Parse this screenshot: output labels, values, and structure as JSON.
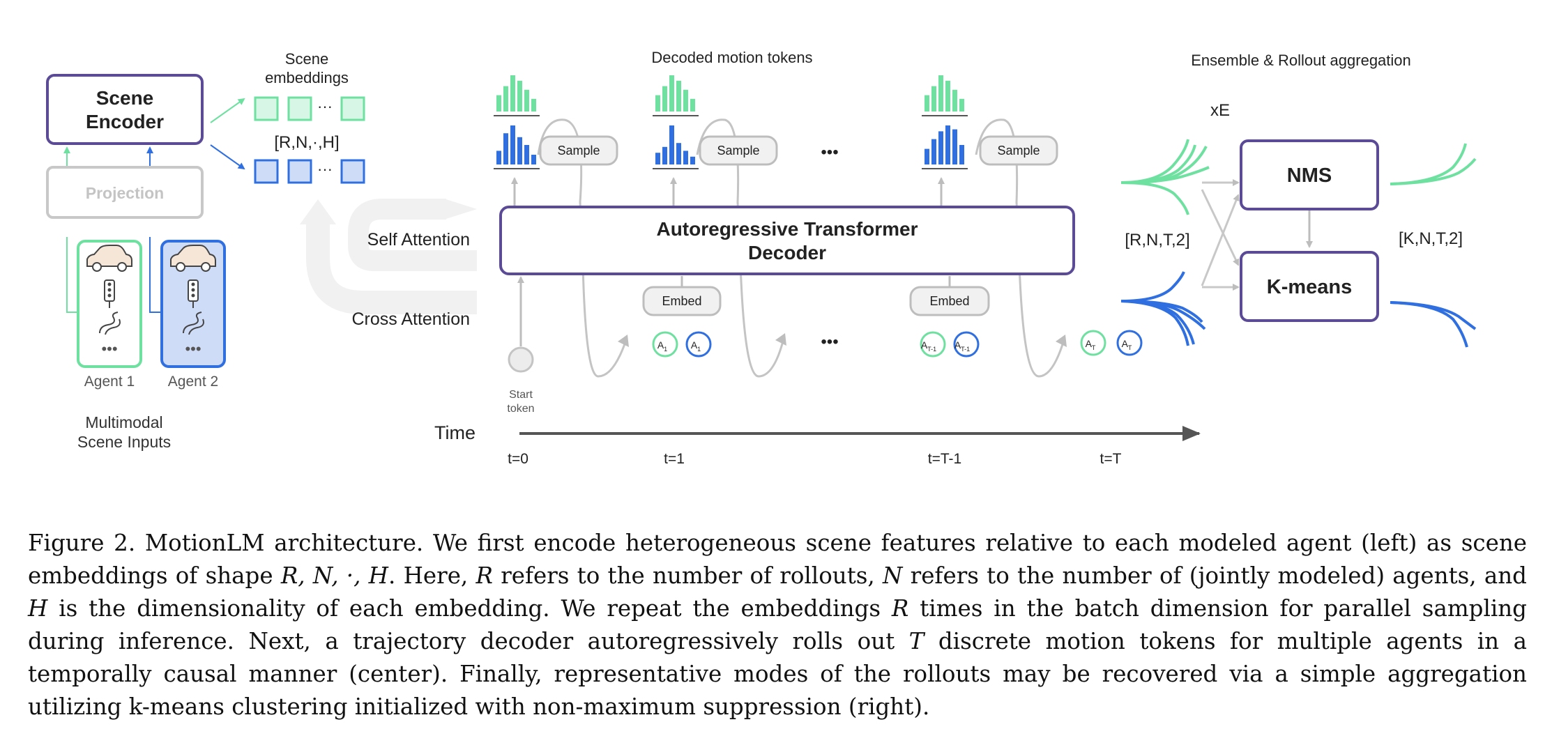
{
  "colors": {
    "purple": "#5b4a96",
    "gray": "#c4c4c4",
    "green": "#6ee0a0",
    "green_fill": "#d8f6e6",
    "blue": "#2f6fe0",
    "blue_fill": "#cfdcf8",
    "arrow_gray": "#bdbdbd"
  },
  "left": {
    "scene_encoder": [
      "Scene",
      "Encoder"
    ],
    "projection": "Projection",
    "agent1": "Agent 1",
    "agent2": "Agent 2",
    "multimodal": [
      "Multimodal",
      "Scene Inputs"
    ],
    "dots": "•••",
    "icons": [
      "car-icon",
      "traffic-light-icon",
      "road-icon"
    ]
  },
  "embeddings": {
    "title": [
      "Scene",
      "embeddings"
    ],
    "shape": "[R,N,·,H]",
    "dots": "···"
  },
  "decoder": {
    "tokens_title": "Decoded motion tokens",
    "title": [
      "Autoregressive Transformer",
      "Decoder"
    ],
    "sample": "Sample",
    "embed": "Embed",
    "ellipsis": "•••",
    "self_attention": "Self Attention",
    "cross_attention": "Cross Attention",
    "start": [
      "Start",
      "token"
    ],
    "time": "Time",
    "ticks": [
      "t=0",
      "t=1",
      "t=T-1",
      "t=T"
    ],
    "token_labels": [
      {
        "main": "A",
        "sub": "1"
      },
      {
        "main": "A",
        "sub": "T-1"
      },
      {
        "main": "A",
        "sub": "T"
      }
    ]
  },
  "ensemble": {
    "title": "Ensemble & Rollout aggregation",
    "xe": "xE",
    "nms": "NMS",
    "kmeans": "K-means",
    "in_shape": "[R,N,T,2]",
    "out_shape": "[K,N,T,2]"
  },
  "caption": {
    "p1": "Figure 2. MotionLM architecture. We first encode heterogeneous scene features relative to each modeled agent (left) as scene embeddings of shape ",
    "shape": "R, N, ·, H",
    "p2": ". Here, ",
    "R": "R",
    "p3": " refers to the number of rollouts, ",
    "N": "N",
    "p4": " refers to the number of (jointly modeled) agents, and ",
    "H": "H",
    "p5": " is the dimensionality of each embedding. We repeat the embeddings ",
    "R2": "R",
    "p6": " times in the batch dimension for parallel sampling during inference. Next, a trajectory decoder autoregressively rolls out ",
    "T": "T",
    "p7": " discrete motion tokens for multiple agents in a temporally causal manner (center). Finally, representative modes of the rollouts may be recovered via a simple aggregation utilizing k-means clustering initialized with non-maximum suppression (right)."
  }
}
